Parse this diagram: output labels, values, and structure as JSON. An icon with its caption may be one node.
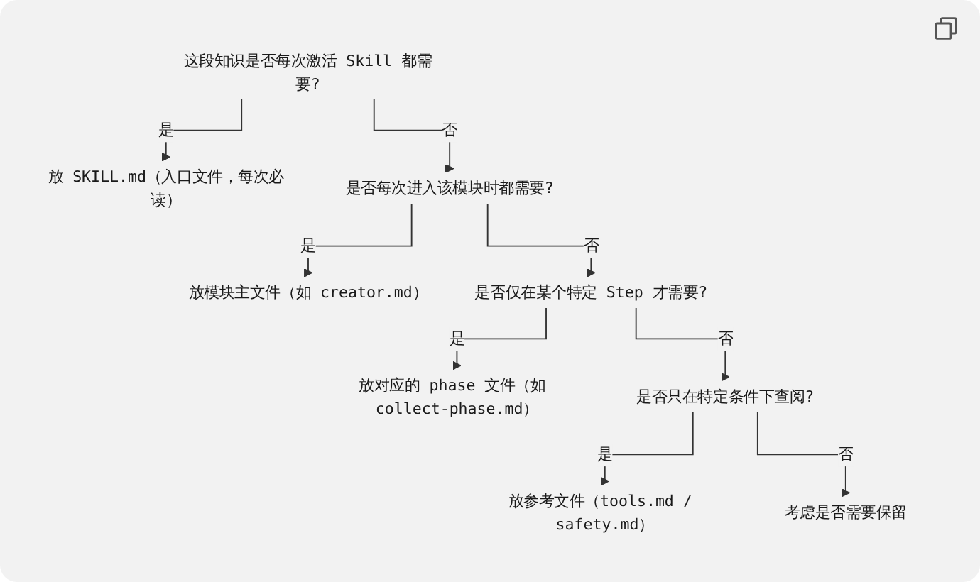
{
  "diagram": {
    "nodes": [
      {
        "text": [
          "这段知识是否每次激活 Skill 都需要?"
        ]
      },
      {
        "text": [
          "放 SKILL.md（入口文件，每次必读）"
        ]
      },
      {
        "text": [
          "是否每次进入该模块时都需要?"
        ]
      },
      {
        "text": [
          "放模块主文件（如 creator.md）"
        ]
      },
      {
        "text": [
          "是否仅在某个特定 Step 才需要?"
        ]
      },
      {
        "text": [
          "放对应的 phase 文件（如 collect-phase.md）"
        ]
      },
      {
        "text": [
          "是否只在特定条件下查阅?"
        ]
      },
      {
        "text": [
          "放参考文件（tools.md / safety.md）"
        ]
      },
      {
        "text": [
          "考虑是否需要保留"
        ]
      }
    ],
    "edges": [
      {
        "from": 0,
        "to": 1,
        "arrow": "to",
        "label": "是"
      },
      {
        "from": 0,
        "to": 2,
        "arrow": "to",
        "label": "否"
      },
      {
        "from": 2,
        "to": 3,
        "arrow": "to",
        "label": "是"
      },
      {
        "from": 2,
        "to": 4,
        "arrow": "to",
        "label": "否"
      },
      {
        "from": 4,
        "to": 5,
        "arrow": "to",
        "label": "是"
      },
      {
        "from": 4,
        "to": 6,
        "arrow": "to",
        "label": "否"
      },
      {
        "from": 6,
        "to": 7,
        "arrow": "to",
        "label": "是"
      },
      {
        "from": 6,
        "to": 8,
        "arrow": "to",
        "label": "否"
      }
    ]
  }
}
